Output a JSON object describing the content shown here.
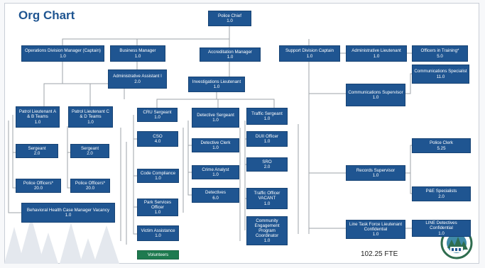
{
  "slide": {
    "title": "Org Chart",
    "fte_total": "102.25 FTE"
  },
  "colors": {
    "box_blue": "#1f5591",
    "box_green": "#1e7a4f",
    "title_blue": "#1f5591",
    "connector": "#9ea3a8"
  },
  "boxes": {
    "police_chief": {
      "title": "Police Chief",
      "fte": "1.0"
    },
    "ops_manager": {
      "title": "Operations Division Manager (Captain)",
      "fte": "1.0"
    },
    "business_manager": {
      "title": "Business Manager",
      "fte": "1.0"
    },
    "admin_assistant": {
      "title": "Administrative Assistant I",
      "fte": "2.0"
    },
    "accreditation_manager": {
      "title": "Accreditation Manager",
      "fte": "1.0"
    },
    "support_captain": {
      "title": "Support Division Captain",
      "fte": "1.0"
    },
    "admin_lieutenant": {
      "title": "Administrative Lieutenant",
      "fte": "1.0"
    },
    "officers_training": {
      "title": "Officers in Training*",
      "fte": "5.0"
    },
    "comm_specialist": {
      "title": "Communications Specialist",
      "fte": "11.0"
    },
    "comm_supervisor": {
      "title": "Communications Supervisor",
      "fte": "1.0"
    },
    "investigations_lt": {
      "title": "Investigations Lieutenant",
      "fte": "1.0"
    },
    "patrol_lt_ab": {
      "title": "Patrol Lieutenant A & B Teams",
      "fte": "1.0"
    },
    "patrol_lt_cd": {
      "title": "Patrol Lieutenant C & D Teams",
      "fte": "1.0"
    },
    "sergeant_ab": {
      "title": "Sergeant",
      "fte": "2.0"
    },
    "sergeant_cd": {
      "title": "Sergeant",
      "fte": "2.0"
    },
    "officers_ab": {
      "title": "Police Officers*",
      "fte": "20.0"
    },
    "officers_cd": {
      "title": "Police Officers*",
      "fte": "20.0"
    },
    "behavioral_health": {
      "title": "Behavioral Health Case Manager Vacancy",
      "fte": "1.0"
    },
    "cru_sergeant": {
      "title": "CRU Sergeant",
      "fte": "1.0"
    },
    "cso": {
      "title": "CSO",
      "fte": "4.0"
    },
    "code_compliance": {
      "title": "Code Compliance",
      "fte": "1.0"
    },
    "park_services": {
      "title": "Park Services Officer",
      "fte": "1.0"
    },
    "victim_assistance": {
      "title": "Victim Assistance",
      "fte": "1.0"
    },
    "volunteers": {
      "title": "Volunteers",
      "fte": ""
    },
    "detective_sergeant": {
      "title": "Detective Sergeant",
      "fte": "1.0"
    },
    "detective_clerk": {
      "title": "Detective Clerk",
      "fte": "1.0"
    },
    "crime_analyst": {
      "title": "Crime Analyst",
      "fte": "1.0"
    },
    "detectives": {
      "title": "Detectives",
      "fte": "6.0"
    },
    "traffic_sergeant": {
      "title": "Traffic Sergeant",
      "fte": "1.0"
    },
    "dui_officer": {
      "title": "DUII Officer",
      "fte": "1.0"
    },
    "sro": {
      "title": "SRO",
      "fte": "2.0"
    },
    "traffic_officer": {
      "title": "Traffic Officer VACANT",
      "fte": "1.0"
    },
    "community_engagement": {
      "title": "Community Engagement Program Coordinator",
      "fte": "1.0"
    },
    "records_supervisor": {
      "title": "Records Supervisor",
      "fte": "1.0"
    },
    "police_clerk": {
      "title": "Police Clerk",
      "fte": "5.25"
    },
    "pe_specialists": {
      "title": "P&E Specialists",
      "fte": "2.0"
    },
    "ltf_lieutenant": {
      "title": "Line Task Force Lieutenant Confidential",
      "fte": "1.0"
    },
    "line_detectives": {
      "title": "LINE Detectives Confidential",
      "fte": "1.0"
    }
  }
}
